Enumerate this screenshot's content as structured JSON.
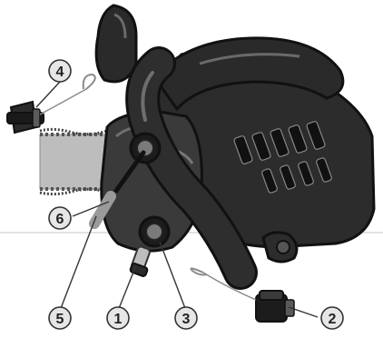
{
  "callouts": [
    {
      "id": "c1",
      "number": "1"
    },
    {
      "id": "c2",
      "number": "2"
    },
    {
      "id": "c3",
      "number": "3"
    },
    {
      "id": "c4",
      "number": "4"
    },
    {
      "id": "c5",
      "number": "5"
    },
    {
      "id": "c6",
      "number": "6"
    }
  ],
  "colors": {
    "body": "#2c2c2c",
    "outline": "#111111",
    "highlight": "#6e6e6e",
    "callout_fill": "#e6e6e6",
    "callout_stroke": "#333333"
  },
  "icons": [
    "chainsaw-illustration",
    "fuel-cap-icon",
    "oil-cap-icon",
    "cap-strap-icon"
  ]
}
